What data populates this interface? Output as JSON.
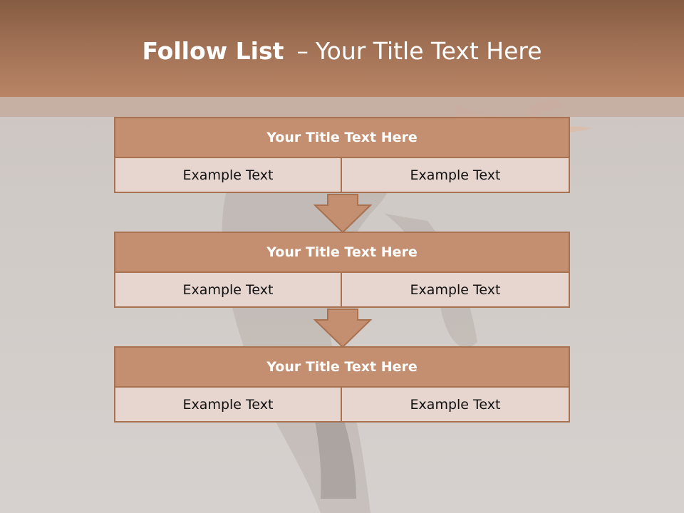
{
  "slide": {
    "title_bold": "Follow List",
    "title_sep": "–",
    "title_rest": "Your Title Text Here"
  },
  "steps": [
    {
      "title": "Your Title Text Here",
      "left": "Example Text",
      "right": "Example Text"
    },
    {
      "title": "Your Title Text Here",
      "left": "Example Text",
      "right": "Example Text"
    },
    {
      "title": "Your Title Text Here",
      "left": "Example Text",
      "right": "Example Text"
    }
  ],
  "colors": {
    "header": "#a07054",
    "block_title": "#c38f70",
    "block_cell": "#e7d5d0",
    "border": "#a8714f"
  }
}
